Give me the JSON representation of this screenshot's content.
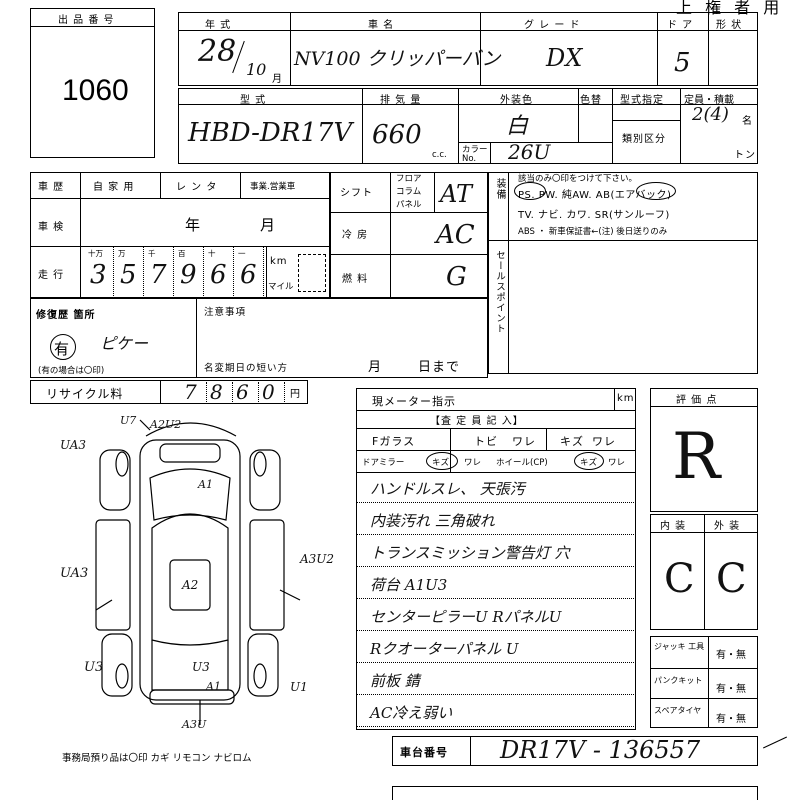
{
  "lot_box": {
    "label": "出 品 番 号",
    "number": "1060"
  },
  "header_tail": "上 権 者 用",
  "row1": {
    "year_label": "年 式",
    "car_label": "車 名",
    "grade_label": "グ レ ー ド",
    "door_label": "ド ア",
    "shape_label": "形 状",
    "year_value": "28",
    "month_value": "10",
    "month_unit": "月",
    "car_value": "NV100 クリッパーバン",
    "grade_value": "DX",
    "door_value": "5"
  },
  "row2": {
    "model_label": "型 式",
    "disp_label": "排 気 量",
    "ext_color_label": "外装色",
    "color_change_label": "色替",
    "type_spec_label": "型式指定",
    "class_label": "類別区分",
    "capacity_label": "定員・積載",
    "model_value": "HBD-DR17V",
    "disp_value": "660",
    "disp_unit": "c.c.",
    "color_value": "白",
    "color_no_label": "カラー No.",
    "color_no_value": "26U",
    "capacity_value": "2(4)",
    "capacity_unit": "名",
    "ton_unit": "トン"
  },
  "history": {
    "label": "車 歴",
    "options": [
      "自 家 用",
      "レ ン タ",
      "事業.営業車"
    ],
    "inspection_label": "車 検",
    "year_unit": "年",
    "month_unit": "月",
    "mileage_label": "走 行",
    "digit_labels": [
      "十万",
      "万",
      "千",
      "百",
      "十",
      "一"
    ],
    "digits": [
      "3",
      "5",
      "7",
      "9",
      "6",
      "6"
    ],
    "km_label": "km",
    "mile_label": "マイル"
  },
  "shift": {
    "label": "シフト",
    "options": [
      "フロア",
      "コラム",
      "パネル"
    ],
    "value": "AT",
    "ac_label": "冷 房",
    "ac_value": "AC",
    "fuel_label": "燃 料",
    "fuel_value": "G"
  },
  "equipment": {
    "label": "装備",
    "note": "該当のみ〇印をつけて下さい。",
    "line1": "PS. PW. 純AW. AB(エアバック)",
    "line2": "TV. ナビ. カワ. SR(サンルーフ)",
    "line3": "ABS ・ 新車保証書←(注) 後日送りのみ",
    "selling_points_label": "セールスポイント"
  },
  "repair": {
    "label": "修復歴 箇所",
    "value": "有",
    "handwritten": "ピケー",
    "note": "(有の場合は〇印)",
    "notice_label": "注意事項",
    "name_change_label": "名変期日の短い方",
    "month_label": "月",
    "day_label": "日まで"
  },
  "recycle": {
    "label": "リサイクル料",
    "digits": [
      "7",
      "8",
      "6",
      "0"
    ],
    "unit": "円"
  },
  "meter": {
    "label": "現メーター指示",
    "unit": "km"
  },
  "inspector": {
    "title": "【査 定 員 記 入】",
    "row1": [
      "Fガラス",
      "トビ",
      "ワレ",
      "キズ",
      "ワレ"
    ],
    "row2": [
      "ドアミラー",
      "キズ",
      "ワレ",
      "ホイール(CP)",
      "キズ",
      "ワレ"
    ],
    "notes": [
      "ハンドルスレ、 天張汚",
      "内装汚れ  三角破れ",
      "トランスミッション警告灯  穴",
      "荷台 A1U3",
      "センターピラーU  RパネルU",
      "Rクオーターパネル U",
      "前板 錆",
      "AC冷え弱い"
    ]
  },
  "grade_box": {
    "label": "評 価 点",
    "value": "R",
    "interior_label": "内 装",
    "exterior_label": "外 装",
    "interior_value": "C",
    "exterior_value": "C"
  },
  "tools": {
    "rows": [
      {
        "label": "ジャッキ 工具",
        "value": "有・無"
      },
      {
        "label": "パンクキット",
        "value": "有・無"
      },
      {
        "label": "スペアタイヤ",
        "value": "有・無"
      }
    ]
  },
  "diagram_marks": [
    "U7",
    "A2U2",
    "UA3",
    "A1",
    "UA3",
    "A3U2",
    "U3",
    "A2",
    "U3",
    "U1",
    "A3U",
    "A1"
  ],
  "office_items": "事務局預り品は〇印   カギ  リモコン  ナビロム",
  "chassis": {
    "label": "車台番号",
    "value": "DR17V - 136557"
  }
}
